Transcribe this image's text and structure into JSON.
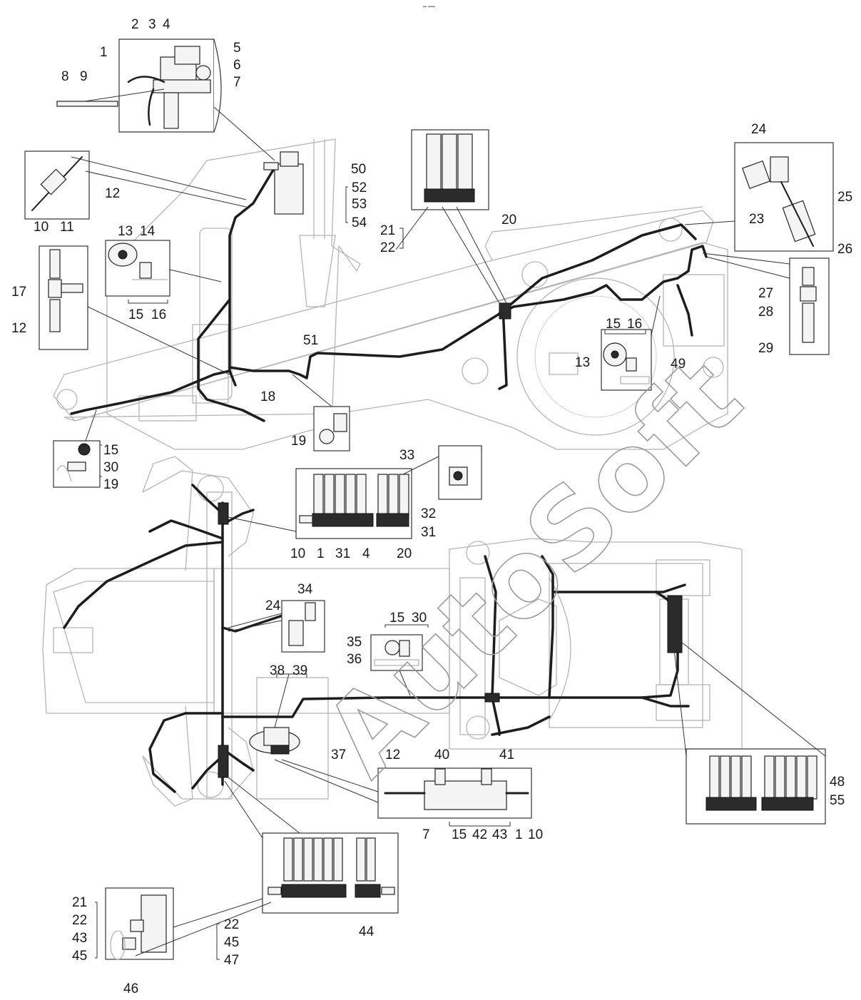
{
  "header": {
    "marker": "━ ━━"
  },
  "watermark": {
    "text": "AutoSoft"
  },
  "callouts": {
    "c1": "1",
    "c2": "2",
    "c3": "3",
    "c4": "4",
    "c5": "5",
    "c6": "6",
    "c7": "7",
    "c8": "8",
    "c9": "9",
    "c10": "10",
    "c11": "11",
    "c12": "12",
    "c13": "13",
    "c14": "14",
    "c15": "15",
    "c16": "16",
    "c17": "17",
    "c18": "18",
    "c19": "19",
    "c20": "20",
    "c21": "21",
    "c22": "22",
    "c23": "23",
    "c24": "24",
    "c25": "25",
    "c26": "26",
    "c27": "27",
    "c28": "28",
    "c29": "29",
    "c30": "30",
    "c31": "31",
    "c32": "32",
    "c33": "33",
    "c34": "34",
    "c35": "35",
    "c36": "36",
    "c37": "37",
    "c38": "38",
    "c39": "39",
    "c40": "40",
    "c41": "41",
    "c42": "42",
    "c43": "43",
    "c44": "44",
    "c45": "45",
    "c46": "46",
    "c47": "47",
    "c48": "48",
    "c49": "49",
    "c50": "50",
    "c51": "51",
    "c52": "52",
    "c53": "53",
    "c54": "54",
    "c55": "55"
  },
  "colors": {
    "line": "#1d1d1d",
    "ghost": "#b5b5b5",
    "watermark": "#9a9a9a"
  }
}
